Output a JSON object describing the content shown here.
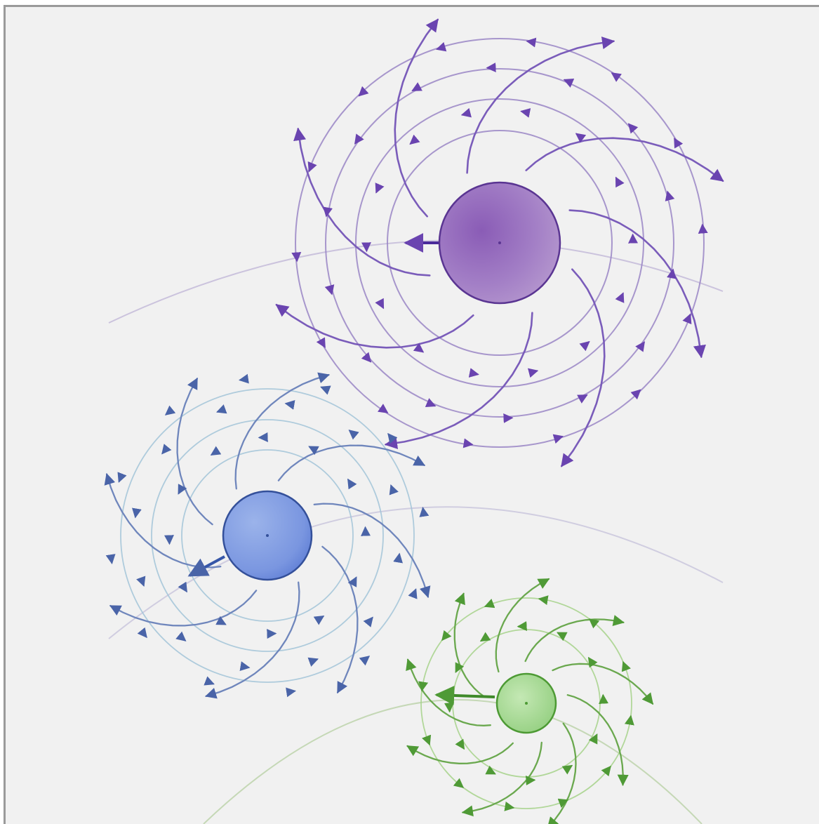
{
  "diagram": {
    "background": "#f1f1f1",
    "frame_color": "#9a9a9a",
    "bodies": [
      {
        "id": "purple",
        "fill_light": "#b79acf",
        "fill_dark": "#8a5cb6",
        "stroke": "#5a3592",
        "ring_color": "#9a86c6",
        "field_color": "#7a5cba",
        "velocity_color": "#4a2a9a",
        "orbit_color": "#cbc3dd"
      },
      {
        "id": "blue",
        "fill_light": "#9bb3ea",
        "fill_dark": "#5878d2",
        "stroke": "#34509a",
        "ring_color": "#a2c4d8",
        "field_color": "#6f86bc",
        "velocity_color": "#3656a8",
        "orbit_color": "#c9c6dc"
      },
      {
        "id": "green",
        "fill_light": "#b8e2a6",
        "fill_dark": "#8ccb78",
        "stroke": "#4d9a34",
        "ring_color": "#a6d28a",
        "field_color": "#6aa84e",
        "velocity_color": "#3f8a2a",
        "orbit_color": "#c5d8b6"
      }
    ]
  }
}
